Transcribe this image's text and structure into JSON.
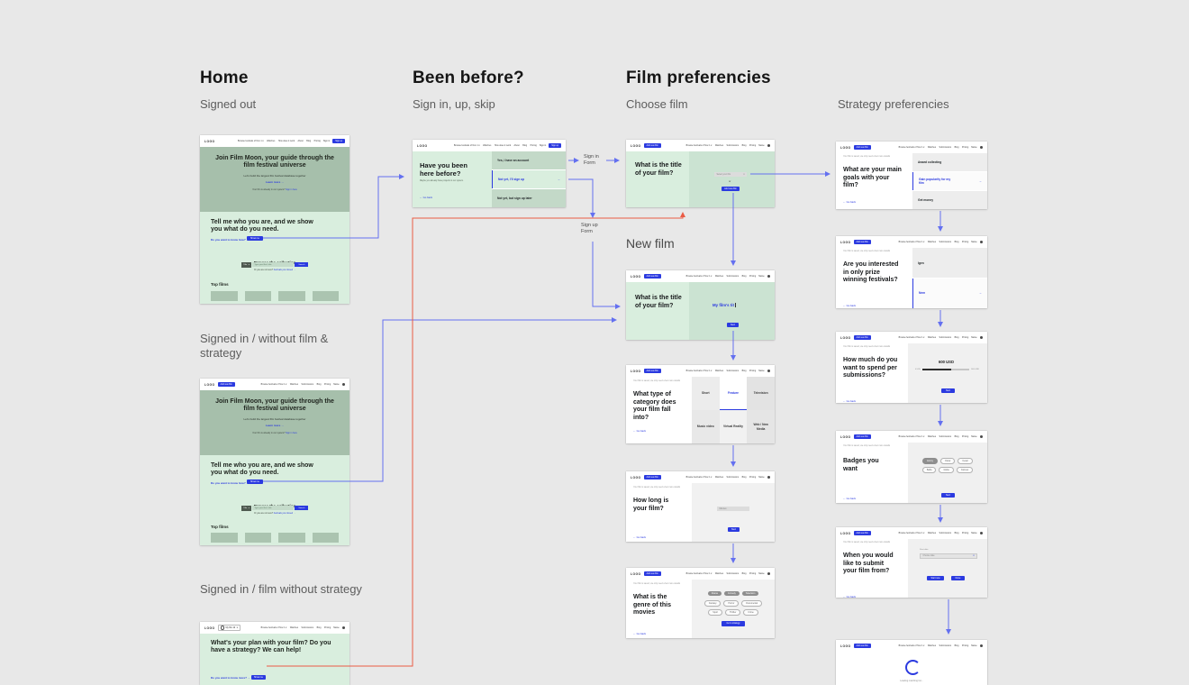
{
  "colors": {
    "canvas": "#e8e8e8",
    "accent": "#2b3ae0",
    "arrow-blue": "#6470f0",
    "arrow-red": "#ea5b45",
    "hero-green": "#a6bfab",
    "light-green": "#d9eede",
    "mid-green": "#c3d9c8",
    "right-green": "#cbe3d2",
    "box-green": "#abc4b0"
  },
  "columns": {
    "home": {
      "title": "Home",
      "subtitle": "Signed out",
      "variant2": "Signed in / without film & strategy",
      "variant3": "Signed in / film without strategy"
    },
    "been": {
      "title": "Been before?",
      "subtitle": "Sign in, up, skip"
    },
    "film": {
      "title": "Film preferencies",
      "subtitle": "Choose film",
      "new_film": "New film"
    },
    "strategy": {
      "subtitle": "Strategy preferencies"
    }
  },
  "flow": {
    "sign_in_form": "Sign in\nForm",
    "sign_up_form": "Sign up\nForm"
  },
  "shared": {
    "back": "← Go back",
    "next": "Next",
    "or": "or",
    "arrow": "→",
    "crumb": "Your film is saved, we only need a few more details"
  },
  "header": {
    "logo": "LOGO",
    "add_film": "Add new film",
    "film_chip": "My film titl",
    "nav_out": [
      "Browse festivals of Nov 1 ▾",
      "Watches",
      "How does it work",
      "About",
      "Blog",
      "Pricing"
    ],
    "sign_in": "Sign in",
    "sign_up": "Sign up",
    "nav_in": [
      "Browse festivals of Nov 1 ▾",
      "Watches",
      "Submissions",
      "Blog",
      "Pricing"
    ],
    "user": "Name"
  },
  "home_page": {
    "hero_title": "Join Film Moon, your guide through the film festival universe",
    "hero_sub": "Let's build the largest film festival database together",
    "hero_link": "Learn more →",
    "hero_note": "Your film is already in our system?",
    "hero_note_link": "Sign in here",
    "tell_title": "Tell me who you are, and we show you what do you need.",
    "tell_link": "Do you want to know how? →",
    "tell_btn": "Show me",
    "browse_title": "Browse the collection",
    "search_filter": "Title",
    "search_placeholder": "Type your film's title",
    "search_btn": "Search",
    "search_note": "Or you are not sure?",
    "search_note_link": "Festivals you missed →",
    "top_films": "Top films",
    "plan_title": "What's your plan with your film? Do you have a strategy? We can help!",
    "plan_link": "Do you want to know more? →",
    "plan_btn": "Show me"
  },
  "been_page": {
    "title": "Have you been here before?",
    "sub": "Maybe you already have projects in our system.",
    "opt1": "Yes, i have an account",
    "opt2": "Not yet, I'll sign up",
    "opt3": "Not yet, but sign up later"
  },
  "film_pages": {
    "title_q": "What is the title of your film?",
    "choose_select": "Select your film",
    "choose_btn": "Add new film",
    "typed": "My film's tit",
    "category_q": "What type of category does your film fall into?",
    "category_options": [
      "Short",
      "Feature",
      "Television",
      "Music video",
      "Virtual Reality",
      "Web / New Media"
    ],
    "length_q": "How long is your film?",
    "length_placeholder": "Minutes",
    "genre_q": "What is the genre of this movies",
    "genre_rows": [
      [
        "Drama",
        "Comedy",
        "Television"
      ],
      [
        "Fantasy",
        "Horror",
        "Documental"
      ],
      [
        "Sport",
        "Thriller",
        "Crime"
      ]
    ],
    "genre_btn": "Go to strategy"
  },
  "strategy_pages": {
    "goals_q": "What are your main goals with your film?",
    "goals_opt1": "Award collecting",
    "goals_opt2": "Gain popularity for my film",
    "goals_opt3": "Get money",
    "prize_q": "Are you interested in only prize winning festivals?",
    "prize_opt1": "Igen",
    "prize_opt2": "Nem",
    "spend_q": "How much do you want to spend per submissions?",
    "spend_value": "600 USD",
    "spend_min": "0 USD",
    "spend_max": "1000 USD",
    "badges_q": "Badges you want",
    "badges_rows": [
      [
        "Emmy",
        "Oscar",
        "Cesar"
      ],
      [
        "Bafta",
        "Globe",
        "Cannes"
      ]
    ],
    "date_q": "When you would like to submit your film from?",
    "date_label": "Start date",
    "date_select": "Choose date",
    "date_btn1": "Start now",
    "date_btn2": "Done",
    "loading": "Loading matching list..."
  }
}
